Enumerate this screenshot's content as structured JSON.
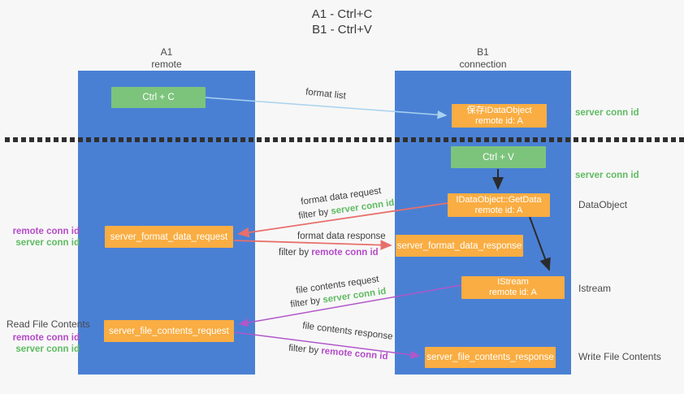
{
  "title": {
    "line1": "A1 - Ctrl+C",
    "line2": "B1 - Ctrl+V"
  },
  "lanes": {
    "a1": {
      "name": "A1",
      "subtitle": "remote"
    },
    "b1": {
      "name": "B1",
      "subtitle": "connection"
    }
  },
  "boxes": {
    "ctrl_c": {
      "label": "Ctrl + C"
    },
    "save_dataobject": {
      "line1": "保存IDataObject",
      "line2": "remote id: A"
    },
    "ctrl_v": {
      "label": "Ctrl + V"
    },
    "getdata": {
      "line1": "IDataObject::GetData",
      "line2": "remote id: A"
    },
    "format_request": {
      "label": "server_format_data_request"
    },
    "format_response": {
      "label": "server_format_data_response"
    },
    "istream": {
      "line1": "IStream",
      "line2": "remote id: A"
    },
    "file_request": {
      "label": "server_file_contents_request"
    },
    "file_response": {
      "label": "server_file_contents_response"
    }
  },
  "arrow_labels": {
    "format_list": "format list",
    "format_data_request": "format data request",
    "format_data_response": "format data response",
    "file_contents_request": "file contents request",
    "file_contents_response": "file contents response",
    "filter_by": "filter by",
    "server_conn_id": "server conn id",
    "remote_conn_id": "remote conn id"
  },
  "side_labels": {
    "server_conn_id_top": "server conn id",
    "server_conn_id_mid": "server conn id",
    "dataobject": "DataObject",
    "istream": "Istream",
    "write_file_contents": "Write File Contents",
    "read_file_contents": "Read File Contents",
    "remote_conn_id_format": "remote conn id",
    "server_conn_id_format": "server conn id",
    "remote_conn_id_file": "remote conn id",
    "server_conn_id_file": "server conn id"
  },
  "colors": {
    "lane_blue": "#4a80d4",
    "box_green": "#7cc47c",
    "box_orange": "#f9ad42",
    "arrow_light_blue": "#a9d2ee",
    "arrow_red": "#e86f6b",
    "arrow_purple": "#b157c9",
    "arrow_black": "#2b2b2b",
    "conn_id_green": "#5fbb62",
    "conn_id_purple": "#b44bc8",
    "background": "#f7f7f7"
  }
}
